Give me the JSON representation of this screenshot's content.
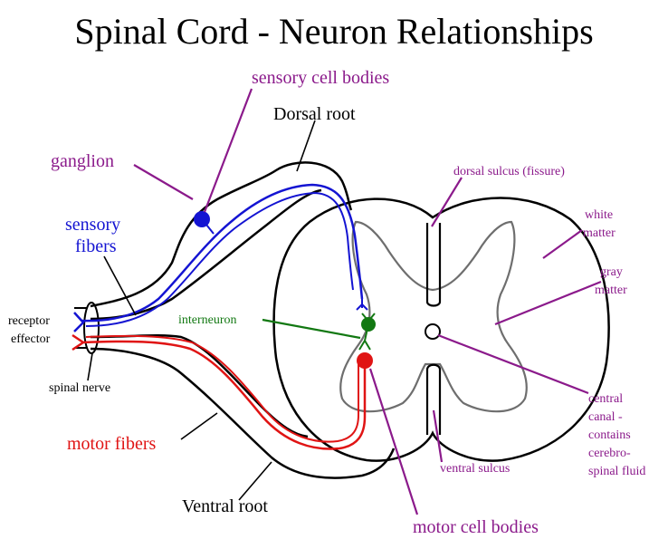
{
  "title": "Spinal Cord - Neuron Relationships",
  "colors": {
    "outline": "#000000",
    "gray_matter": "#6e6e6e",
    "annotation": "#8b1a8b",
    "sensory": "#1414d2",
    "motor": "#e01414",
    "interneuron": "#127812"
  },
  "labels": {
    "sensory_cell_bodies": "sensory cell bodies",
    "dorsal_root": "Dorsal root",
    "ganglion": "ganglion",
    "sensory_fibers_line1": "sensory",
    "sensory_fibers_line2": "fibers",
    "receptor": "receptor",
    "effector": "effector",
    "spinal_nerve": "spinal nerve",
    "interneuron": "interneuron",
    "dorsal_sulcus": "dorsal sulcus (fissure)",
    "white_matter_line1": "white",
    "white_matter_line2": "matter",
    "gray_matter_line1": "gray",
    "gray_matter_line2": "matter",
    "central_canal_lines": [
      "central",
      "canal -",
      "contains",
      "cerebro-",
      "spinal fluid"
    ],
    "ventral_sulcus": "ventral sulcus",
    "motor_fibers": "motor fibers",
    "ventral_root": "Ventral root",
    "motor_cell_bodies": "motor cell bodies"
  }
}
